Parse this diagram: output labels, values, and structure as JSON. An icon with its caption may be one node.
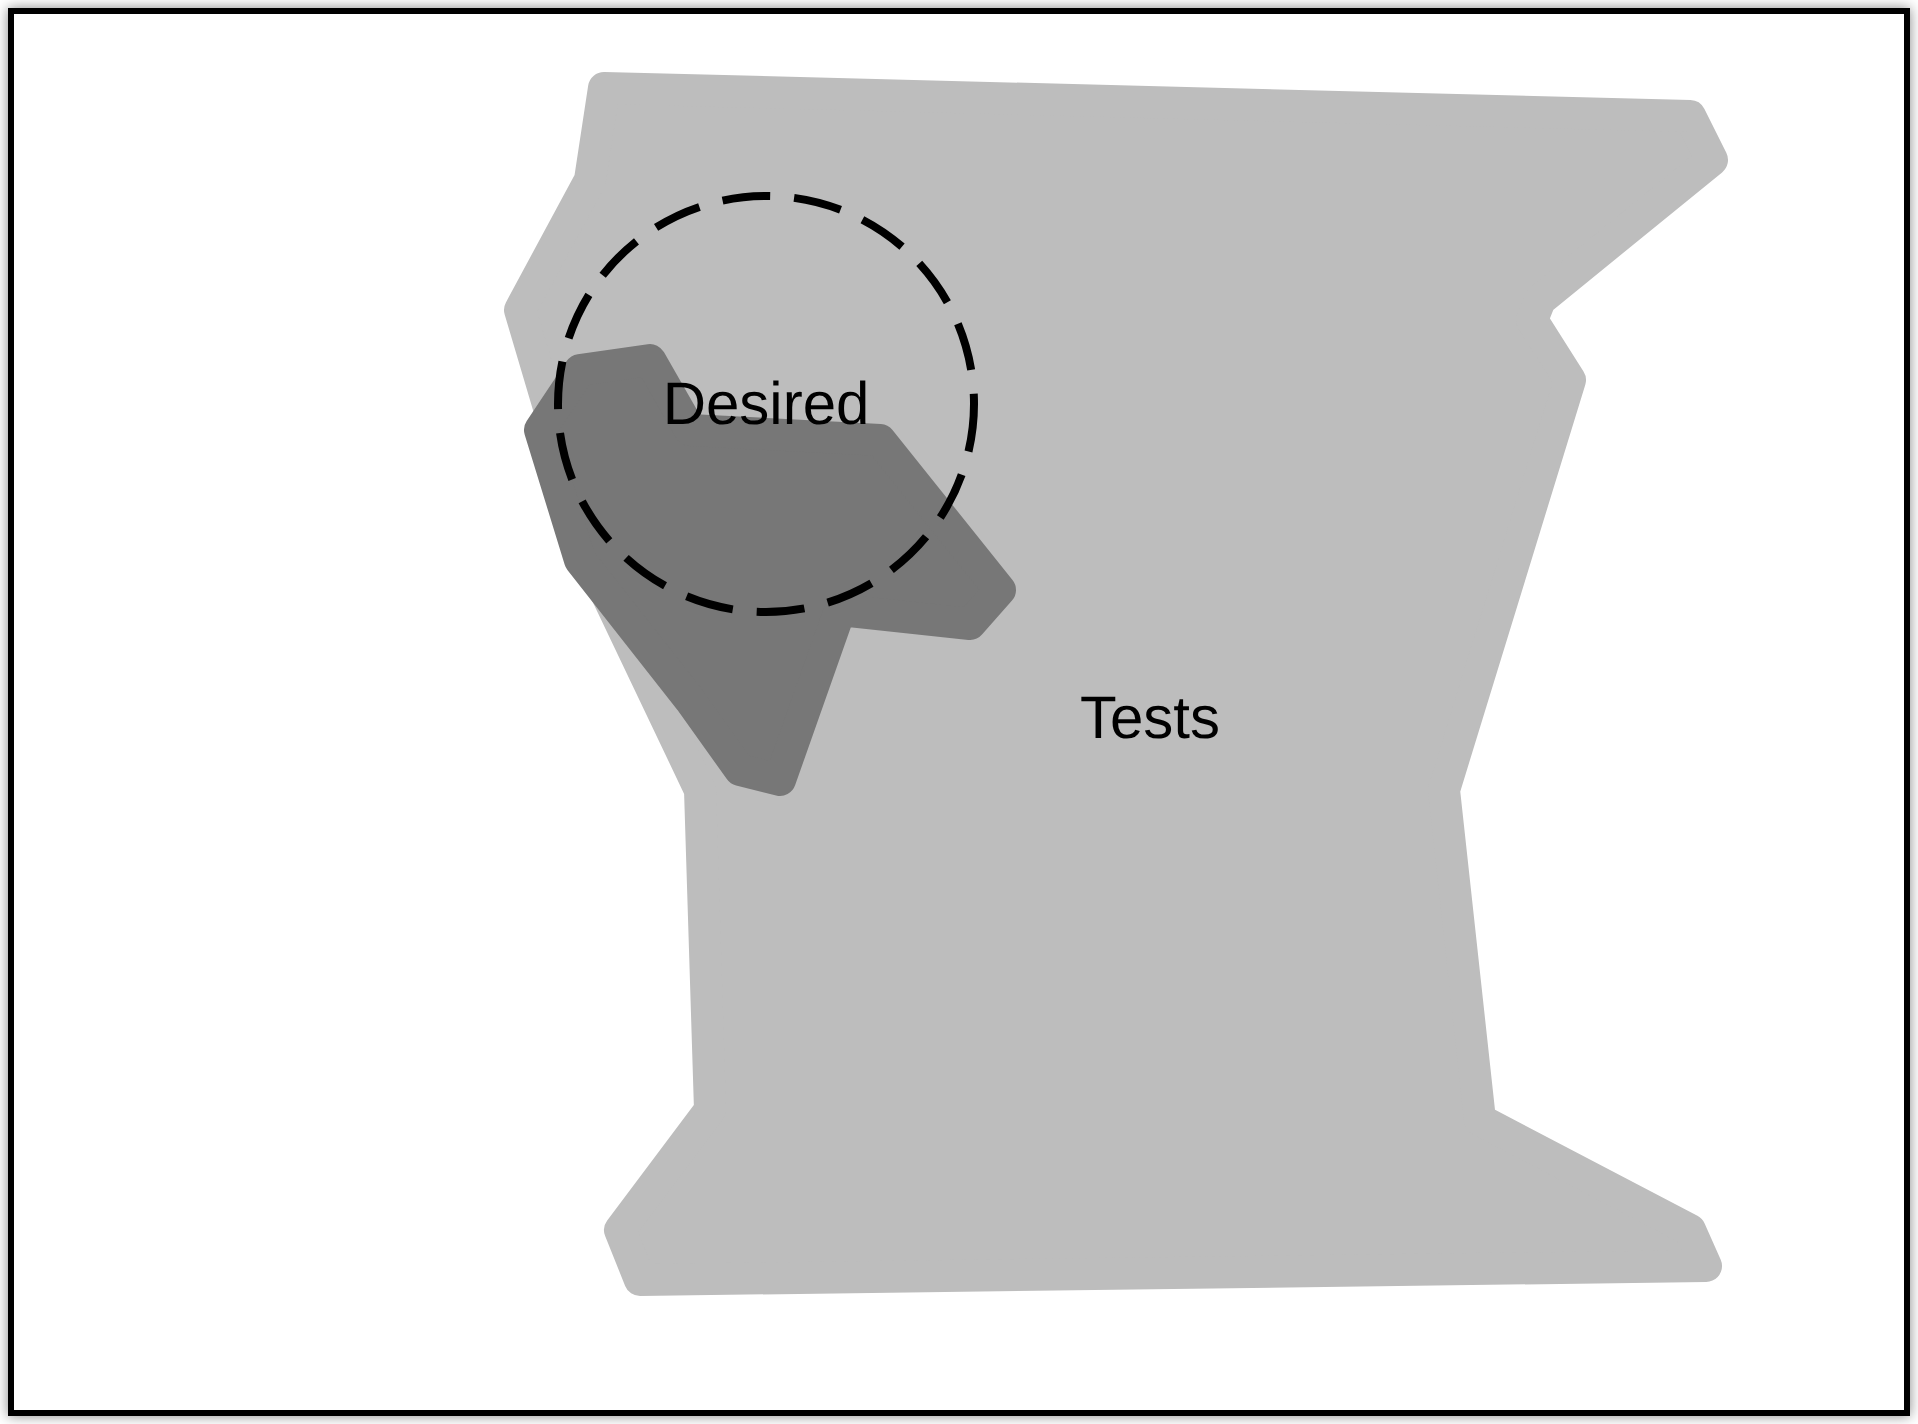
{
  "diagram": {
    "nodes": [
      {
        "text": [
          "Tests"
        ]
      },
      {
        "text": [],
        "shape": "blob",
        "in": 0
      },
      {
        "text": [
          "Desired"
        ],
        "in": 0
      }
    ]
  }
}
